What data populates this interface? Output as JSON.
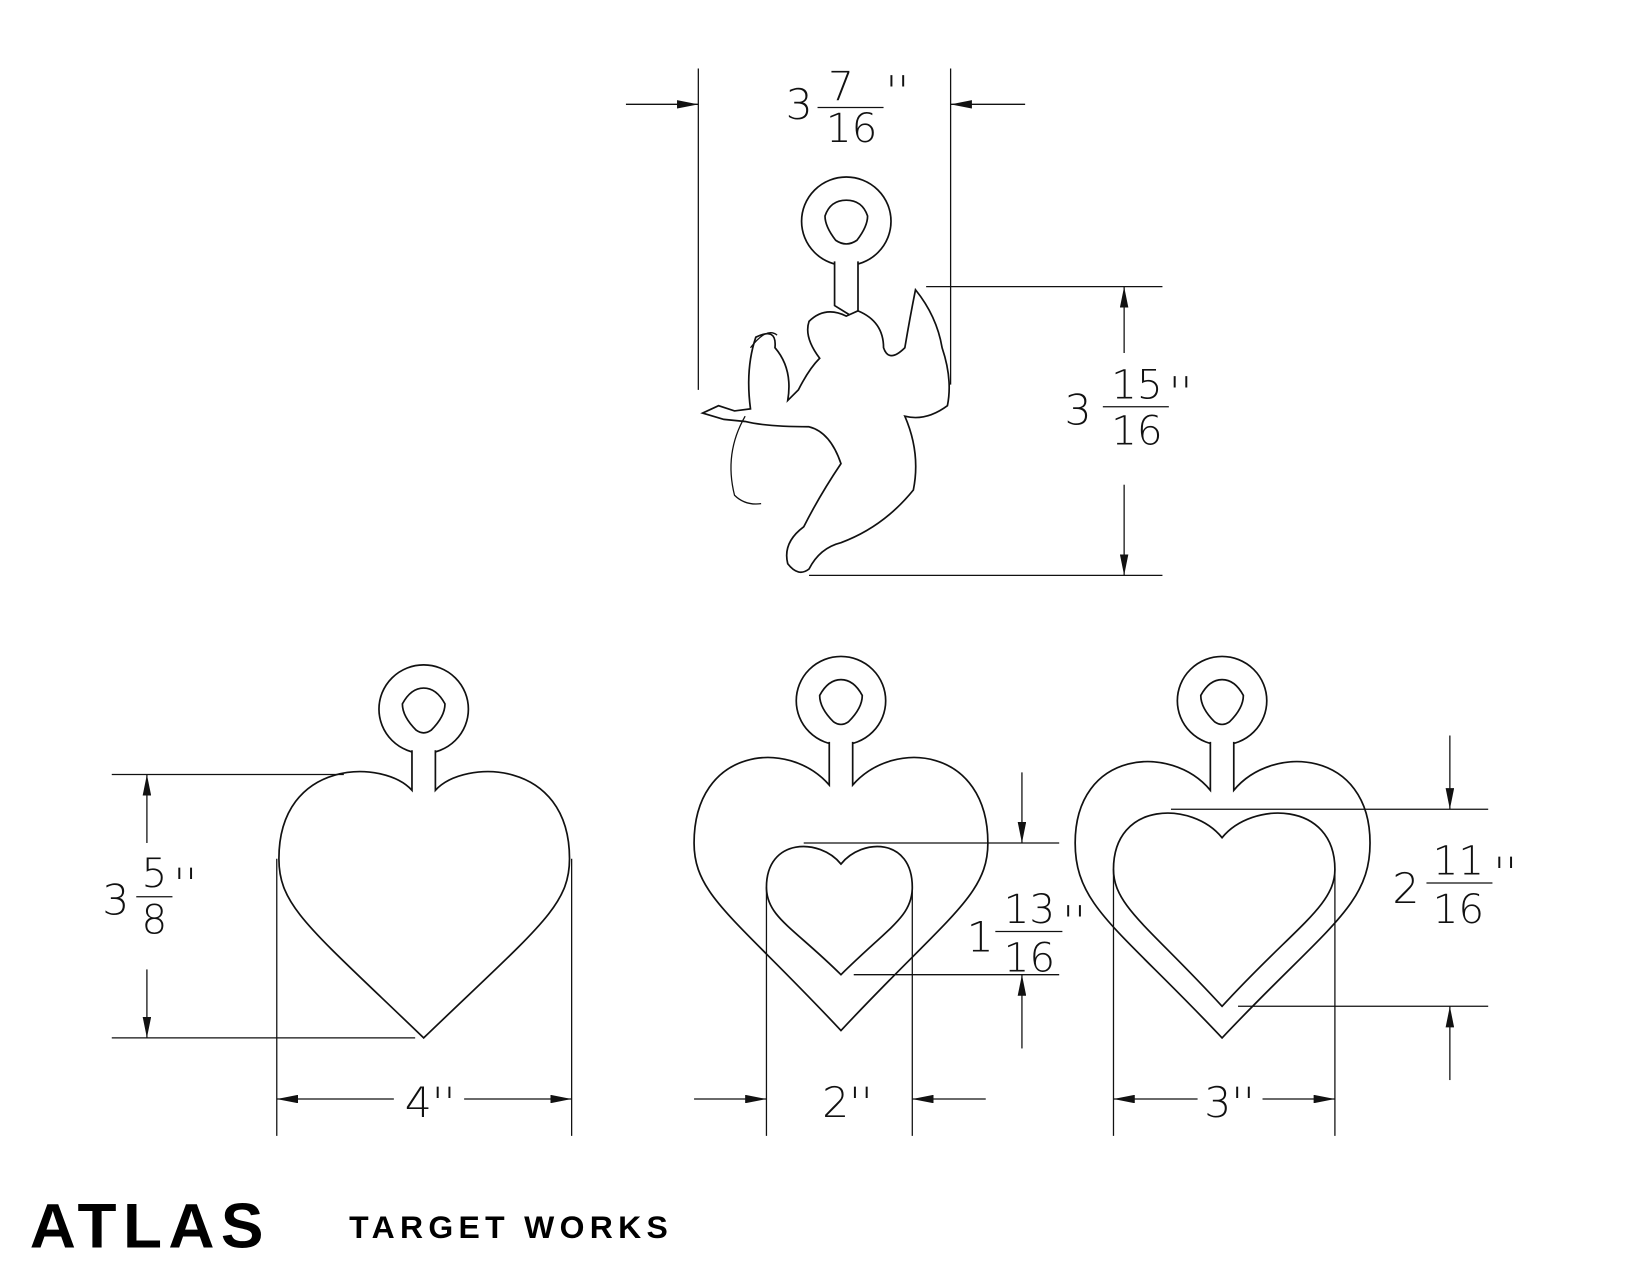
{
  "drawings": [
    {
      "name": "cupid",
      "dimensions": [
        {
          "whole": "3",
          "num": "7",
          "den": "16",
          "unit": "''",
          "axis": "width"
        },
        {
          "whole": "3",
          "num": "15",
          "den": "16",
          "unit": "''",
          "axis": "height"
        }
      ]
    },
    {
      "name": "heart-large",
      "dimensions": [
        {
          "whole": "3",
          "num": "5",
          "den": "8",
          "unit": "''",
          "axis": "height"
        },
        {
          "label": "4''",
          "axis": "width"
        }
      ]
    },
    {
      "name": "heart-small-cutout",
      "dimensions": [
        {
          "whole": "1",
          "num": "13",
          "den": "16",
          "unit": "''",
          "axis": "height"
        },
        {
          "label": "2''",
          "axis": "width"
        }
      ]
    },
    {
      "name": "heart-medium-cutout",
      "dimensions": [
        {
          "whole": "2",
          "num": "11",
          "den": "16",
          "unit": "''",
          "axis": "height"
        },
        {
          "label": "3''",
          "axis": "width"
        }
      ]
    }
  ],
  "logo": {
    "brand": "ATLAS",
    "tagline": "TARGET WORKS"
  }
}
